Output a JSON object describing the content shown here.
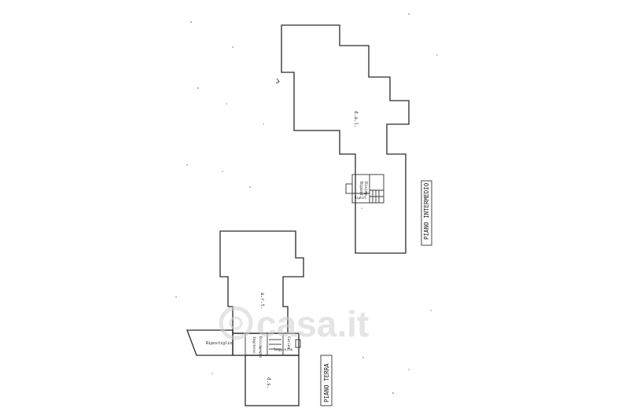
{
  "upper_plan": {
    "title": "PIANO INTERMEDIO",
    "main_area_label": "d.a.l.",
    "small_room_labels": [
      "Ripost.",
      "W.C.",
      "Disimp."
    ]
  },
  "ground_plan": {
    "title": "PIANO TERRA",
    "main_area_label": "a.r.t.",
    "lower_area_label": "d.s.",
    "room_labels": [
      "Ingresso",
      "Disimpegno",
      "Cucina",
      "Soggiorno"
    ],
    "left_strip_label": "Ripostiglio"
  },
  "watermark": {
    "text": "casa.it"
  },
  "colors": {
    "line": "#2a2a2a",
    "background": "#ffffff",
    "watermark": "#d6d6d6"
  }
}
